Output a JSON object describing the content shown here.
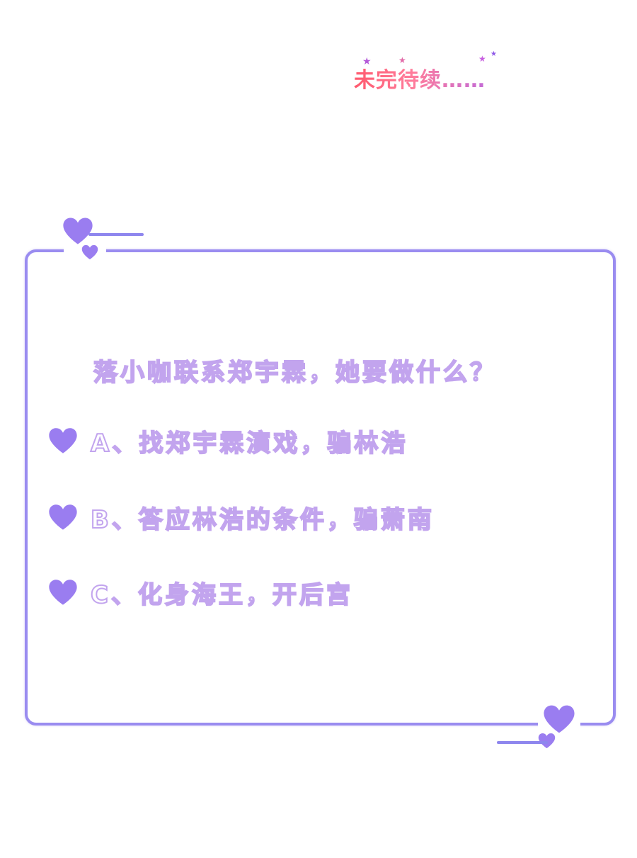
{
  "header": {
    "to_be_continued": "未完待续……"
  },
  "quiz": {
    "question": "落小咖联系郑宇霖，她要做什么？",
    "options": [
      {
        "label": "A、找郑宇霖演戏，骗林浩"
      },
      {
        "label": "B、答应林浩的条件，骗萧南"
      },
      {
        "label": "C、化身海王，开后宫"
      }
    ]
  },
  "colors": {
    "frame_border": "#9a8cf0",
    "heart": "#9a7df0",
    "text_outline": "#c2a4ee",
    "title_gradient_start": "#ff5a6e",
    "title_gradient_end": "#c46bd6"
  },
  "icons": {
    "bullet": "heart-icon",
    "decoration": "heart-icon",
    "sparkle": "star-icon"
  }
}
